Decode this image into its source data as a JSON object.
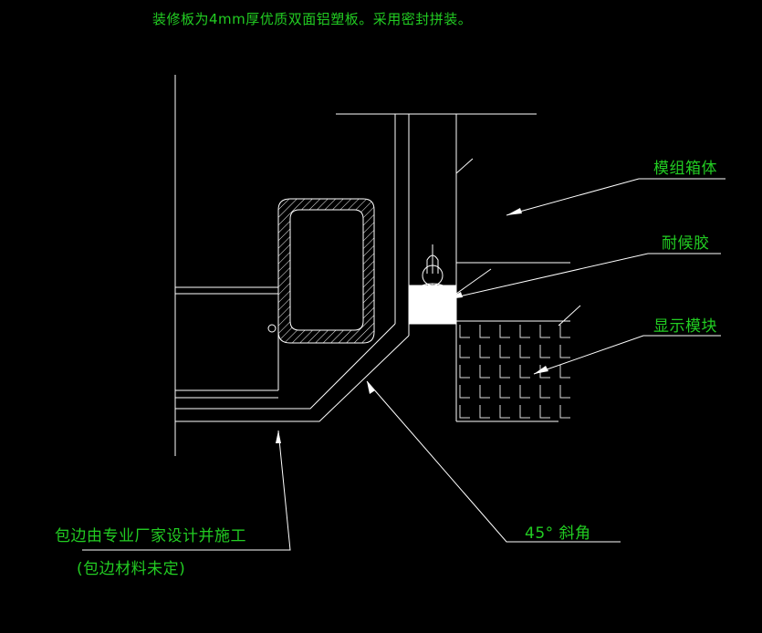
{
  "title_note": "装修板为4mm厚优质双面铝塑板。采用密封拼装。",
  "labels": {
    "module_box": "模组箱体",
    "sealant": "耐候胶",
    "display_module": "显示模块",
    "bevel": "45° 斜角",
    "edging_line1": "包边由专业厂家设计并施工",
    "edging_line2": "(包边材料未定)"
  },
  "colors": {
    "text": "#22cc22",
    "line": "#ffffff",
    "background": "#000000"
  }
}
